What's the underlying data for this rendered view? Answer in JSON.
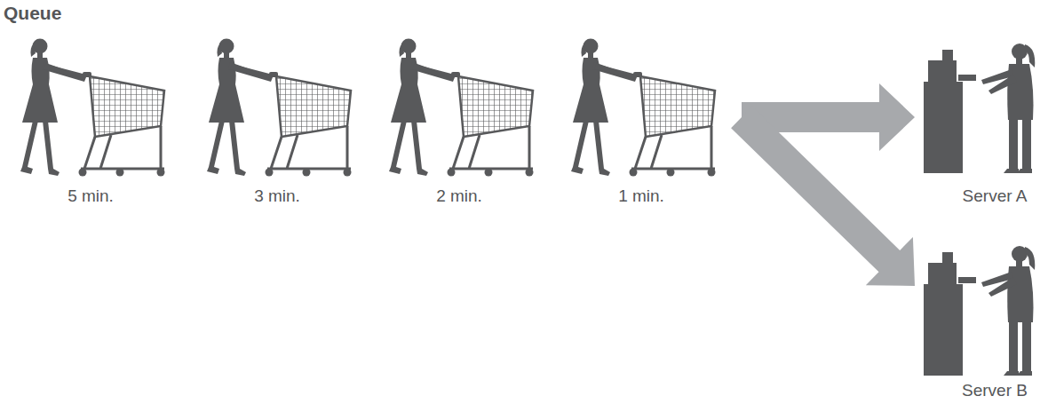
{
  "diagram": {
    "title": "Queue",
    "nodes": [
      {
        "text": [
          "5 min."
        ]
      },
      {
        "text": [
          "3 min."
        ]
      },
      {
        "text": [
          "2 min."
        ]
      },
      {
        "text": [
          "1 min."
        ]
      },
      {
        "text": [
          "Server A"
        ]
      },
      {
        "text": [
          "Server B"
        ]
      }
    ],
    "edges": [
      {
        "from": 3,
        "to": 4,
        "arrow": "to"
      },
      {
        "from": 3,
        "to": 5,
        "arrow": "to"
      }
    ]
  }
}
